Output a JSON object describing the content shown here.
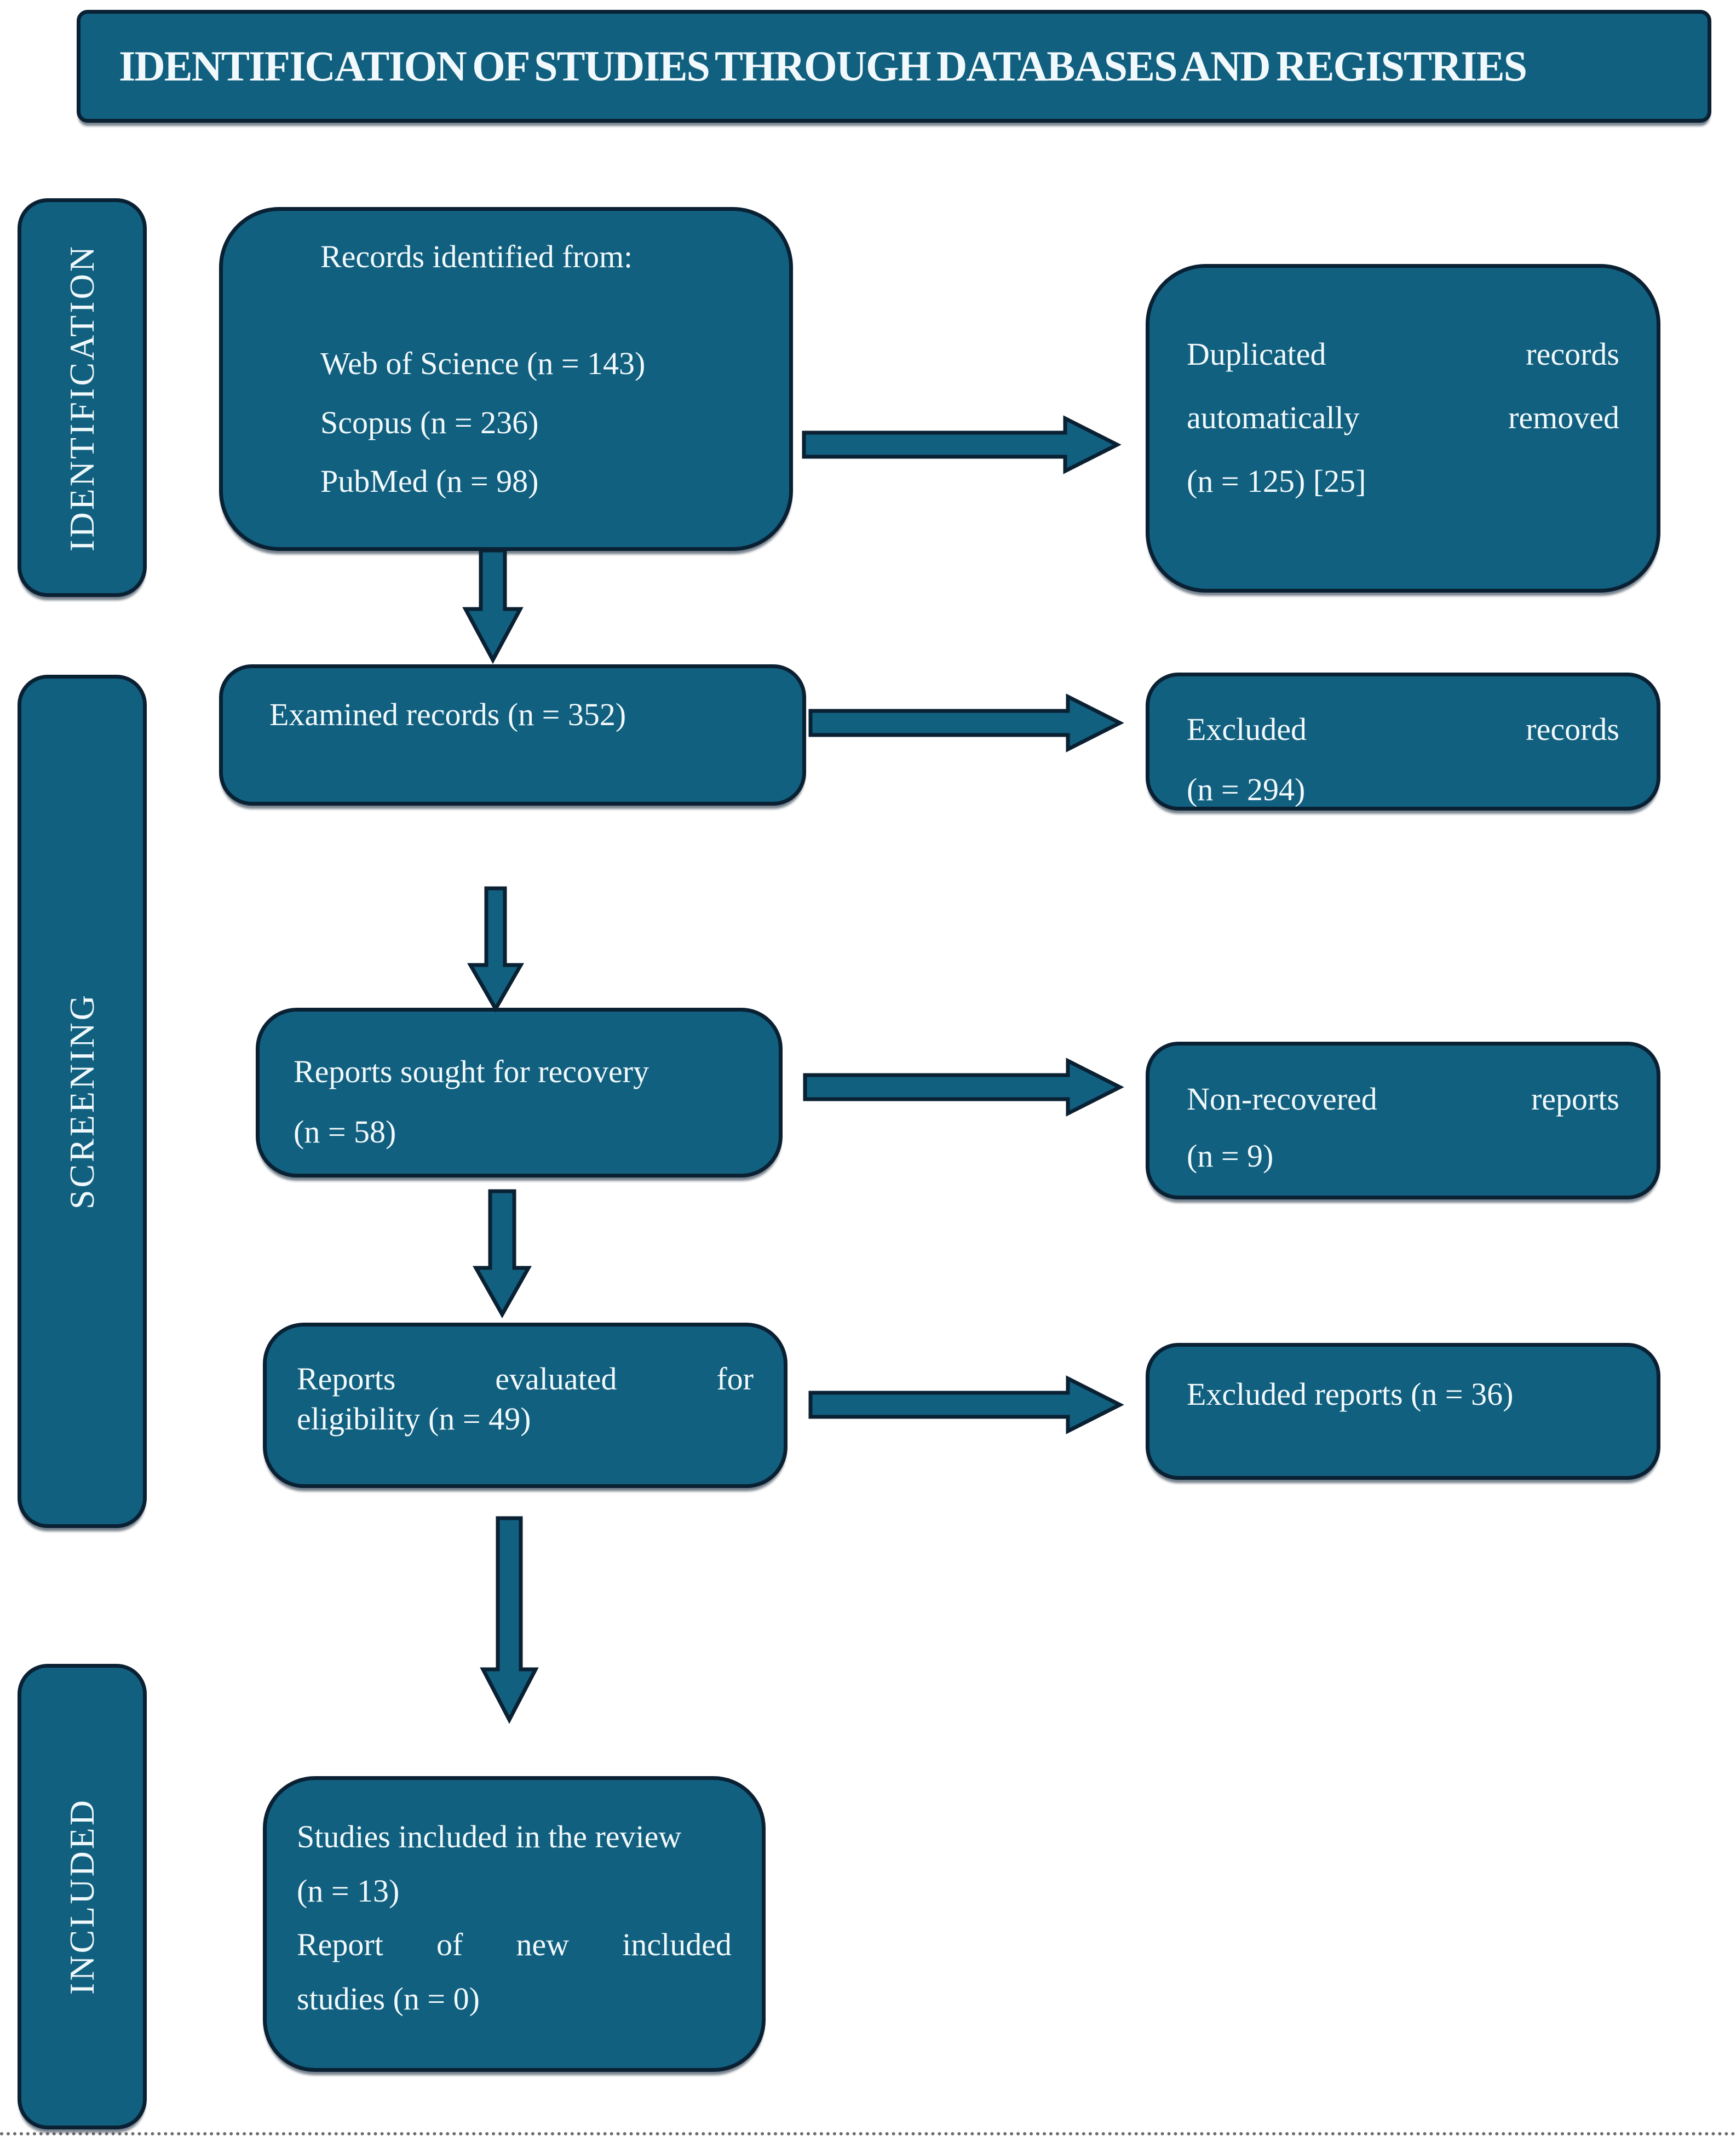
{
  "title": "IDENTIFICATION OF STUDIES THROUGH DATABASES AND REGISTRIES",
  "stages": {
    "identification": "IDENTIFICATION",
    "screening": "SCREENING",
    "included": "INCLUDED"
  },
  "boxes": {
    "records_identified": {
      "line1": "Records identified from:",
      "line2": "Web of Science (n = 143)",
      "line3": "Scopus (n = 236)",
      "line4": "PubMed (n = 98)"
    },
    "duplicates_removed": {
      "line1": "Duplicated records",
      "line2": "automatically removed",
      "line3": "(n = 125) [25]"
    },
    "examined_records": {
      "line1": "Examined records (n = 352)"
    },
    "excluded_records": {
      "line1": "Excluded records",
      "line2": "(n = 294)"
    },
    "reports_sought": {
      "line1": "Reports sought for recovery",
      "line2": "(n = 58)"
    },
    "non_recovered": {
      "line1": "Non-recovered reports",
      "line2": "(n = 9)"
    },
    "reports_evaluated": {
      "line1": "Reports evaluated for",
      "line2": "eligibility (n = 49)"
    },
    "excluded_reports": {
      "line1": "Excluded reports (n = 36)"
    },
    "included_studies": {
      "line1": "Studies included in the review",
      "line2": "(n = 13)",
      "line3": "Report of new included",
      "line4": "studies (n = 0)"
    }
  },
  "colors": {
    "box_fill": "#11607F",
    "box_border": "#0A2033",
    "text": "#F2F9FC",
    "background": "#FFFFFF"
  }
}
